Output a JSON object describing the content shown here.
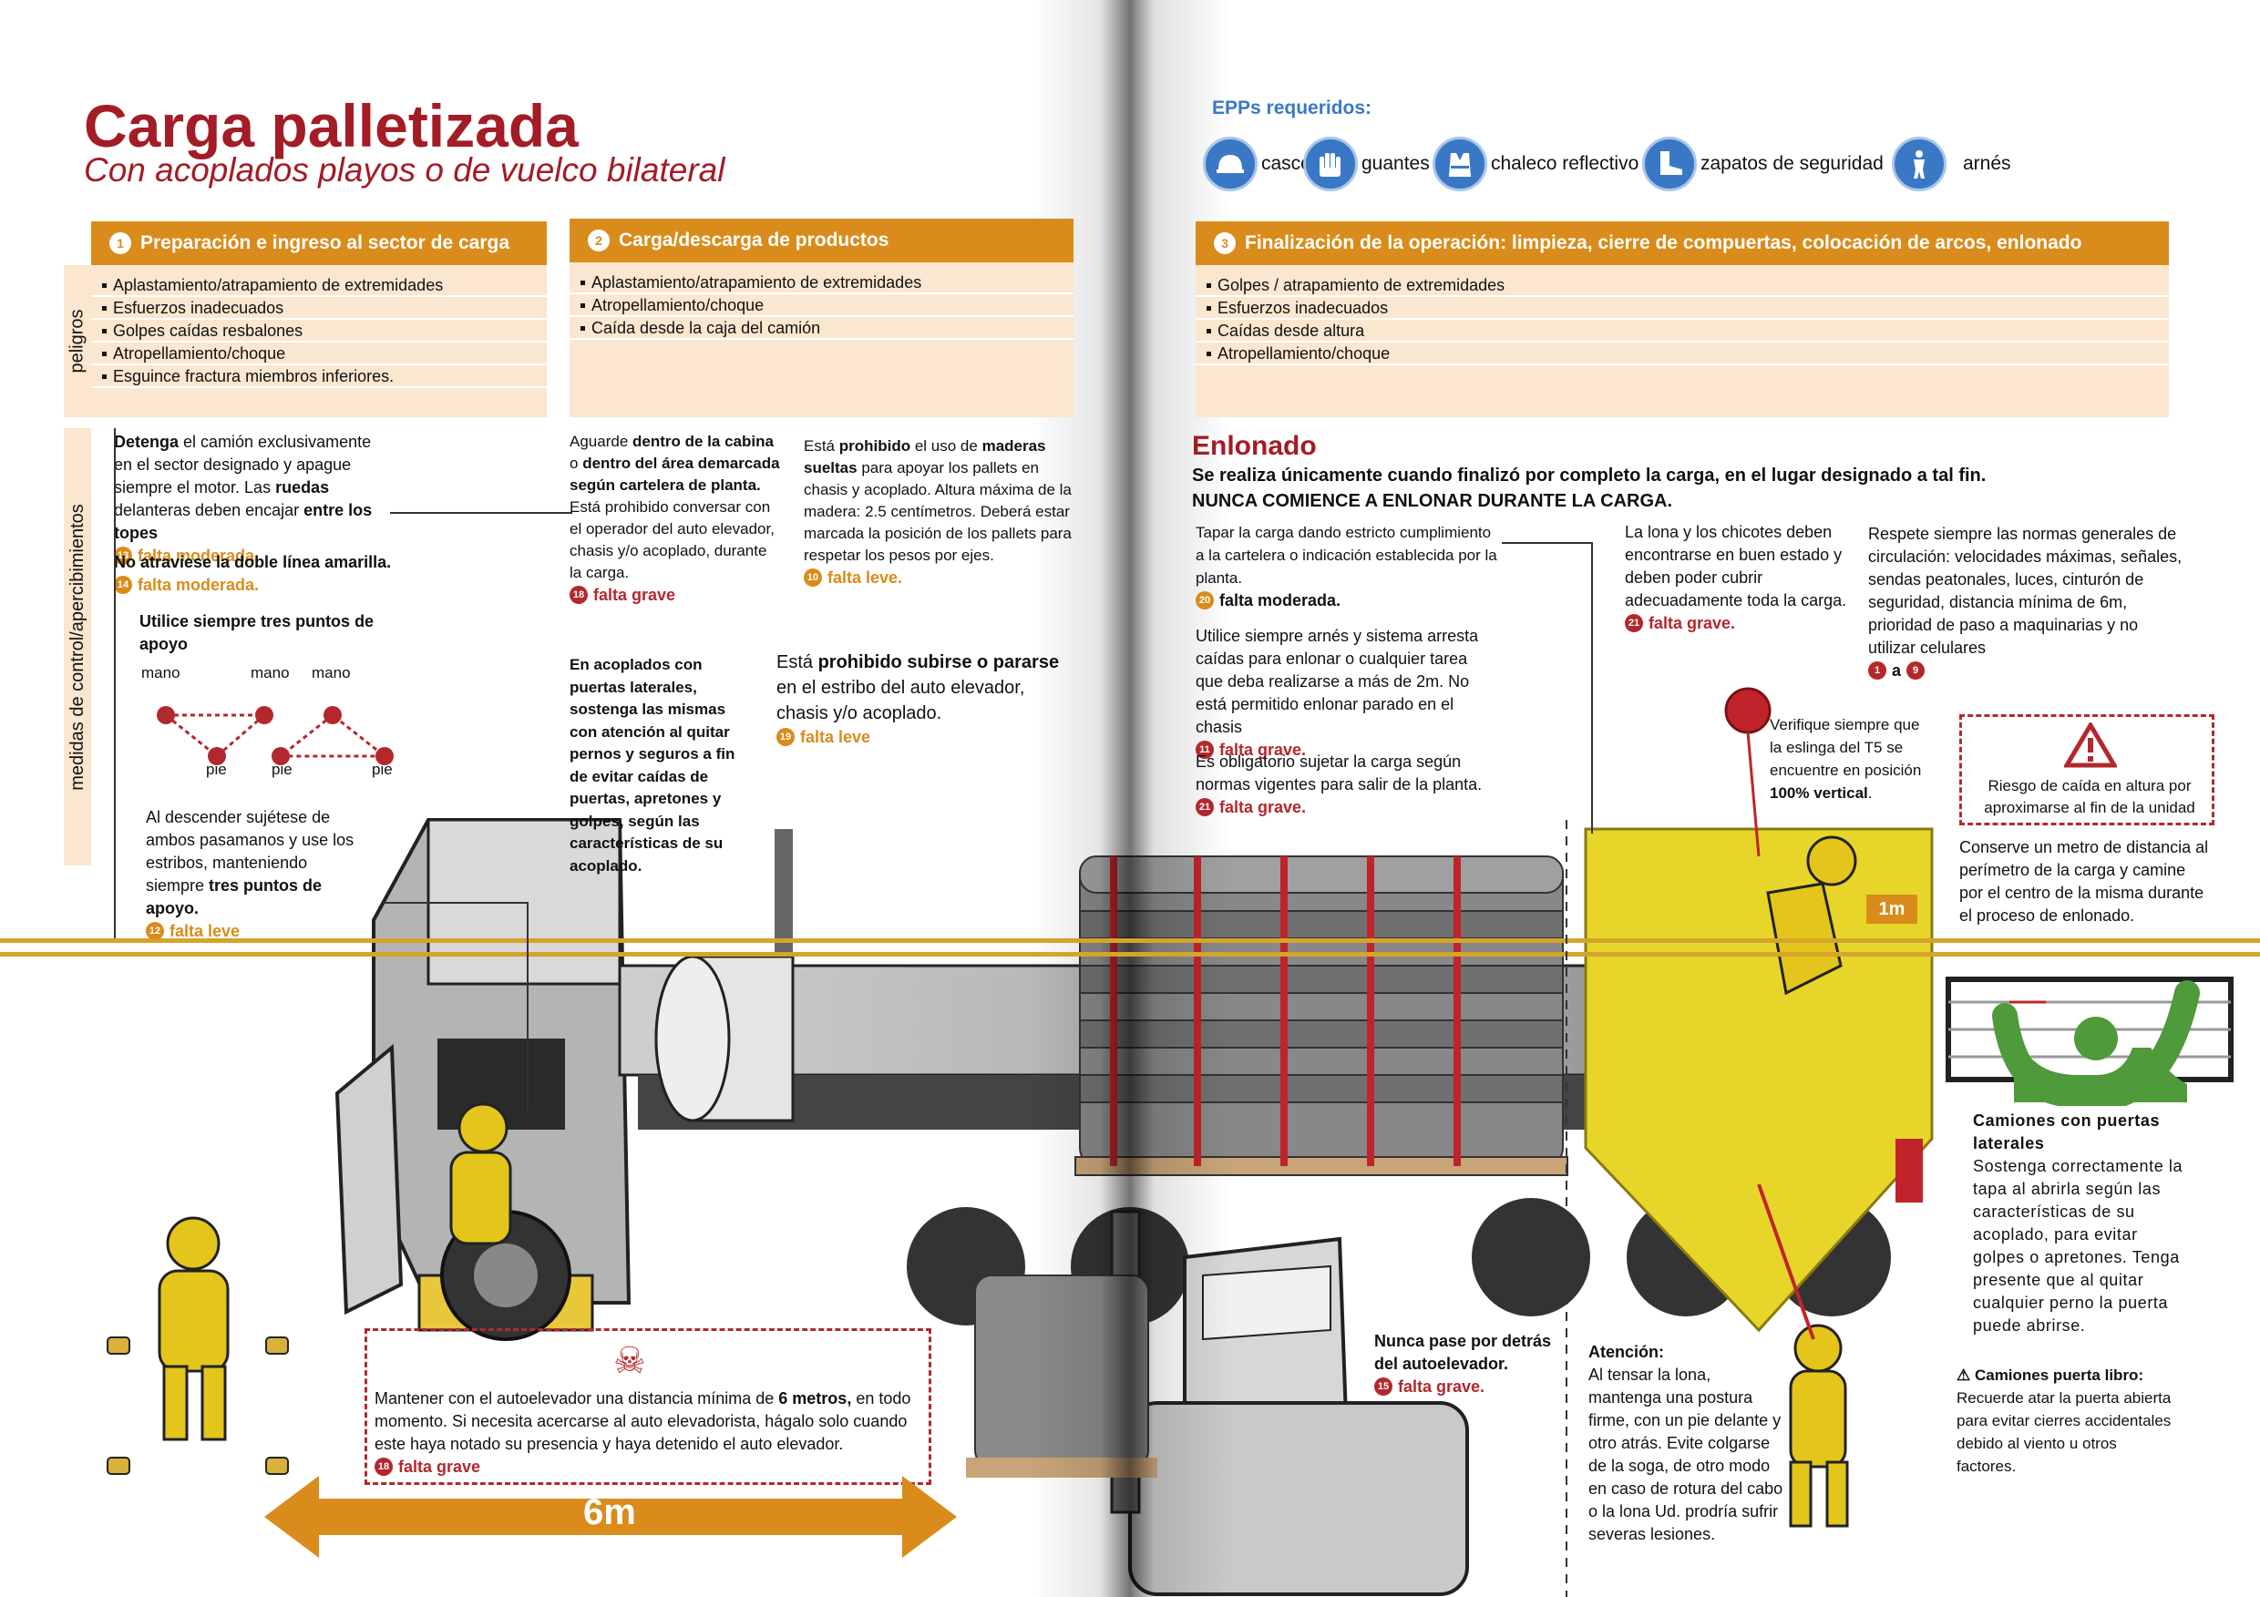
{
  "title": "Carga palletizada",
  "subtitle": "Con acoplados playos o de vuelco bilateral",
  "epp": {
    "label": "EPPs requeridos:",
    "items": [
      {
        "icon": "hard-hat-icon",
        "label": "casco"
      },
      {
        "icon": "gloves-icon",
        "label": "guantes"
      },
      {
        "icon": "vest-icon",
        "label": "chaleco reflectivo"
      },
      {
        "icon": "boot-icon",
        "label": "zapatos de seguridad"
      },
      {
        "icon": "harness-icon",
        "label": "arnés"
      }
    ]
  },
  "side_labels": {
    "hazards": "peligros",
    "measures": "medidas de control/apercibimientos"
  },
  "phases": [
    {
      "num": "1",
      "title": "Preparación e ingreso al sector de carga",
      "hazards": [
        "Aplastamiento/atrapamiento de extremidades",
        "Esfuerzos inadecuados",
        "Golpes caídas resbalones",
        "Atropellamiento/choque",
        "Esguince fractura miembros inferiores."
      ]
    },
    {
      "num": "2",
      "title": "Carga/descarga de productos",
      "hazards": [
        "Aplastamiento/atrapamiento de extremidades",
        "Atropellamiento/choque",
        "Caída desde la caja del camión"
      ]
    },
    {
      "num": "3",
      "title": "Finalización de la operación: limpieza, cierre de compuertas, colocación de arcos, enlonado",
      "hazards": [
        "Golpes / atrapamiento de extremidades",
        "Esfuerzos inadecuados",
        "Caídas desde altura",
        "Atropellamiento/choque"
      ]
    }
  ],
  "left": {
    "m1": {
      "p1": "Detenga",
      "p2": " el camión exclusivamente en el sector designado y apague siempre el motor. Las ",
      "p3": "ruedas",
      "p4": " delanteras deben encajar ",
      "p5": "entre los topes",
      "pen": "falta moderada.",
      "pen_num": "13"
    },
    "m2": {
      "text": "No atraviese la doble línea amarilla.",
      "pen": "falta moderada.",
      "pen_num": "14"
    },
    "m3": {
      "title": "Utilice siempre tres puntos de apoyo",
      "mano": "mano",
      "pie": "pie"
    },
    "m4": {
      "p1": "Al descender sujétese de ambos pasamanos y use los estribos, manteniendo siempre ",
      "p2": "tres puntos de apoyo.",
      "pen": "falta leve",
      "pen_num": "12"
    },
    "m5": {
      "p1": "Aguarde ",
      "p2": "dentro de la cabina",
      "p3": " o ",
      "p4": "dentro del área demarcada según cartelera de planta.",
      "p5": " Está prohibido conversar con el operador del auto elevador, chasis y/o acoplado, durante la carga.",
      "pen": "falta grave",
      "pen_num": "18"
    },
    "m6": {
      "p1": "Está ",
      "p2": "prohibido",
      "p3": " el uso de ",
      "p4": "maderas sueltas",
      "p5": " para apoyar los pallets en chasis y acoplado. Altura máxima de la madera: 2.5 centímetros. Deberá estar marcada la posición de los pallets para respetar los pesos por ejes.",
      "pen": "falta leve.",
      "pen_num": "10"
    },
    "m7": {
      "text": "En acoplados con puertas laterales, sostenga las mismas con atención al quitar pernos y seguros a fin de evitar caídas de puertas, apretones y golpes, según las características de su acoplado."
    },
    "m8": {
      "p1": "Está ",
      "p2": "prohibido subirse o pararse",
      "p3": " en el estribo del auto elevador, chasis y/o acoplado.",
      "pen": "falta leve",
      "pen_num": "19"
    },
    "m9": {
      "p1": "Mantener con el autoelevador una distancia mínima de ",
      "p2": "6 metros,",
      "p3": " en todo momento. Si necesita acercarse al auto elevadorista, hágalo solo cuando este haya notado su presencia y haya detenido el auto elevador.",
      "pen": "falta grave",
      "pen_num": "18"
    },
    "distance": "6m"
  },
  "right": {
    "enlonado": "Enlonado",
    "intro1": "Se realiza únicamente cuando finalizó por completo la carga, en el lugar designado a tal fin.",
    "intro2": "NUNCA COMIENCE A ENLONAR DURANTE LA CARGA.",
    "r1": {
      "text": "Tapar la carga dando estricto cumplimiento a la cartelera o indicación establecida por la planta.",
      "pen": "falta moderada.",
      "pen_num": "20"
    },
    "r2": {
      "text": "Utilice siempre arnés y sistema arresta caídas para enlonar o cualquier tarea que deba realizarse a más de 2m. No está permitido enlonar parado en el chasis",
      "pen": "falta grave.",
      "pen_num": "11"
    },
    "r3": {
      "text": "Es obligatorio sujetar la carga según normas vigentes para salir de la planta.",
      "pen": "falta grave.",
      "pen_num": "21"
    },
    "r4": {
      "text": "La lona y los chicotes deben encontrarse en buen estado y deben poder cubrir adecuadamente toda la carga.",
      "pen": "falta grave.",
      "pen_num": "21"
    },
    "r5": {
      "text": "Respete siempre las normas generales de circulación: velocidades máximas, señales, sendas peatonales, luces, cinturón de seguridad, distancia mínima de 6m, prioridad de paso a maquinarias y no utilizar celulares",
      "range_a": "1",
      "range_word": "a",
      "range_b": "9"
    },
    "r6": {
      "p1": "Verifique siempre que la eslinga del T5 se encuentre en posición ",
      "p2": "100% vertical",
      "p3": "."
    },
    "r7": {
      "text": "Riesgo de caída en altura por aproximarse al fin de la unidad"
    },
    "r8": {
      "text": "Conserve un metro de distancia al perímetro de la carga y camine por el centro de la misma durante el proceso de enlonado.",
      "dist": "1m"
    },
    "r9": {
      "title": "Camiones con puertas laterales",
      "text": "Sostenga correctamente la tapa al abrirla según las características de su acoplado, para evitar golpes o apretones. Tenga presente que al quitar cualquier perno la puerta puede abrirse."
    },
    "r10": {
      "text": "Nunca pase por detrás del autoelevador.",
      "pen": "falta grave.",
      "pen_num": "15"
    },
    "r11": {
      "title": "Atención:",
      "text": "Al tensar la lona, mantenga una postura firme, con un pie delante y otro atrás. Evite colgarse de la soga, de otro modo en caso de rotura del cabo o la lona Ud. prodría sufrir severas lesiones."
    },
    "r12": {
      "title": "⚠ Camiones puerta libro:",
      "text": "Recuerde atar la puerta abierta para evitar cierres accidentales debido al viento u otros factores."
    }
  },
  "colors": {
    "brand_red": "#a31c26",
    "orange": "#d98c1b",
    "blue": "#3a78c5",
    "cream": "#fbe6cf",
    "yellow_figure": "#e4c51c",
    "tarp": "#e8d52a"
  }
}
